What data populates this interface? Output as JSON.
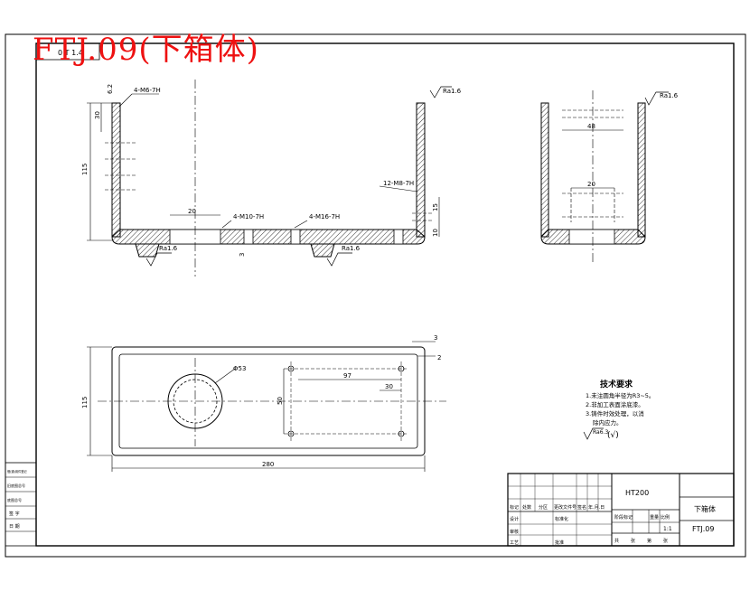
{
  "drawing_title": "FTJ.09(下箱体)",
  "corner_box": "0 T 1.4",
  "section_view": {
    "thread_top": "4-M6-7H",
    "roughness_top_right": "Ra1.6",
    "dim_top_small": "6.2",
    "dim_left_upper": "30",
    "dim_height": "115",
    "thread_side": "12-M8-7H",
    "dim_side_15": "15",
    "dim_side_10": "10",
    "dim_bore": "20",
    "thread_bottom_1": "4-M10-7H",
    "thread_bottom_2": "4-M16-7H",
    "roughness_bottom_left": "Ra1.6",
    "roughness_bottom_right": "Ra1.6",
    "dim_bottom_3": "3"
  },
  "side_view": {
    "roughness": "Ra1.6",
    "dim_upper": "48",
    "dim_lower": "20"
  },
  "plan_view": {
    "dim_width": "280",
    "dim_height": "115",
    "dim_holes_x": "97",
    "dim_holes_y": "50",
    "dim_offset": "30",
    "dim_corner_3": "3",
    "dim_corner_2": "2",
    "dim_circle": "Φ53"
  },
  "tech_req": {
    "heading": "技术要求",
    "items": [
      "1.未注圆角半径为R3~5。",
      "2.非加工表面涂底漆。",
      "3.铸件时效处理，以消",
      "除内应力。"
    ],
    "roughness_note": "Ra6.3"
  },
  "title_block": {
    "material": "HT200",
    "part_name": "下箱体",
    "drawing_no": "FTJ.09",
    "scale": "1:1",
    "stage_label": "阶段标记",
    "weight_label": "重量",
    "scale_label": "比例",
    "designer": "设计",
    "checker": "审核",
    "process": "工艺",
    "approve": "批准",
    "mark": "标记",
    "count": "处数",
    "zone": "分区",
    "change_doc": "更改文件号",
    "sign": "签名",
    "date": "年.月.日",
    "standard": "标准化",
    "sheets_total": "共",
    "sheet": "张",
    "sheet_no": "第",
    "sheet2": "张"
  },
  "left_strip": [
    "借(通)用件登记",
    "旧底图总号",
    "底图总号",
    "签 字",
    "日 期"
  ]
}
